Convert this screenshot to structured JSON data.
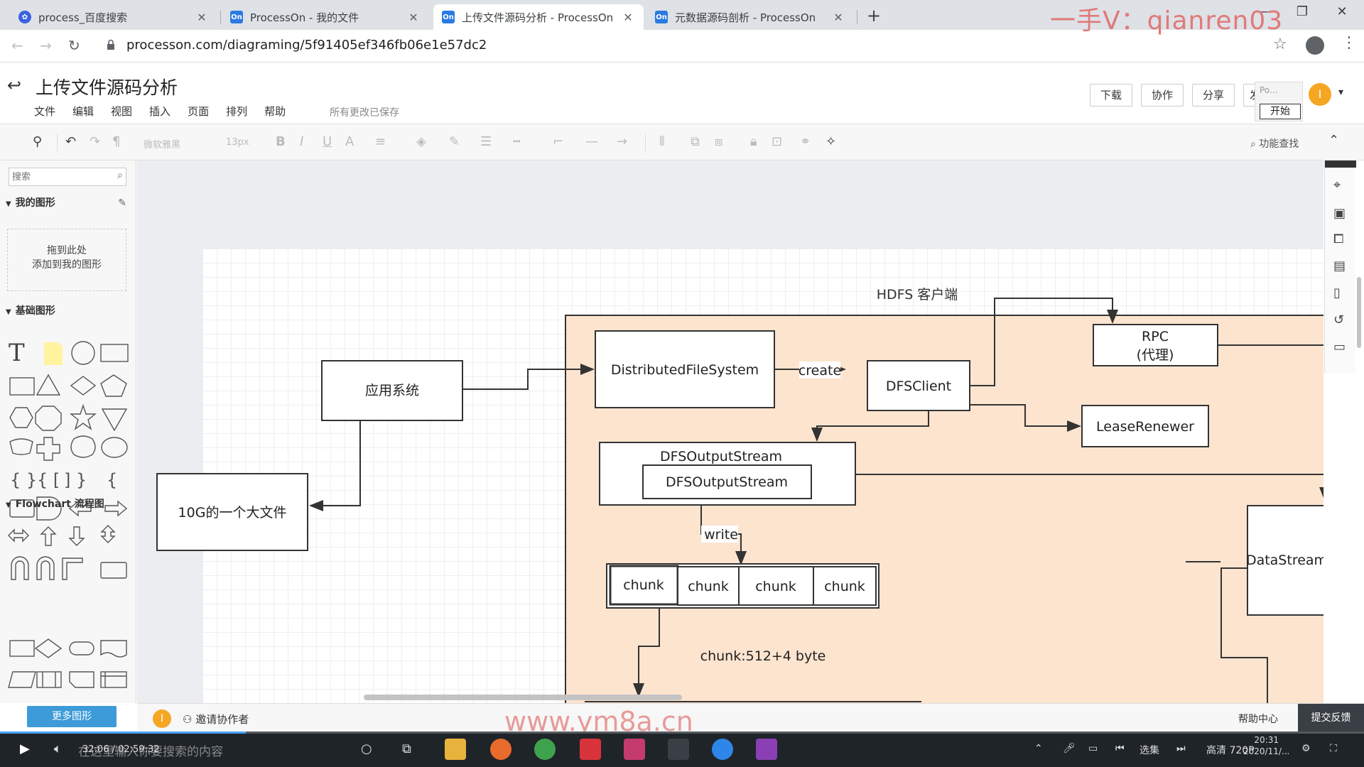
{
  "browser": {
    "tabs": [
      {
        "title": "process_百度搜索",
        "icon": "baidu-icon"
      },
      {
        "title": "ProcessOn - 我的文件",
        "icon": "processon-icon"
      },
      {
        "title": "上传文件源码分析 - ProcessOn",
        "icon": "processon-icon",
        "active": true
      },
      {
        "title": "元数据源码剖析 - ProcessOn",
        "icon": "processon-icon"
      }
    ],
    "favicon_text": "On",
    "url": "processon.com/diagraming/5f91405ef346fb06e1e57dc2",
    "watermark": "一手V：qianren03"
  },
  "app": {
    "doc_title": "上传文件源码分析",
    "menu": [
      "文件",
      "编辑",
      "视图",
      "插入",
      "页面",
      "排列",
      "帮助"
    ],
    "save_status": "所有更改已保存",
    "buttons": {
      "download": "下载",
      "collaborate": "协作",
      "share": "分享",
      "publish": "发"
    },
    "start_popup": {
      "hint": "Po...",
      "start": "开始"
    },
    "avatar_letter": "I"
  },
  "toolbar": {
    "font": "微软雅黑",
    "font_size": "13px",
    "find": "功能查找"
  },
  "left_panel": {
    "search_placeholder": "搜索",
    "my_shapes": "我的图形",
    "dropzone_line1": "拖到此处",
    "dropzone_line2": "添加到我的图形",
    "basic_shapes": "基础图形",
    "flowchart": "Flowchart 流程图",
    "more_shapes": "更多图形"
  },
  "diagram": {
    "region_label": "HDFS 客户端",
    "nodes": {
      "app_system": "应用系统",
      "big_file": "10G的一个大文件",
      "dfs": "DistributedFileSystem",
      "dfsclient": "DFSClient",
      "rpc_line1": "RPC",
      "rpc_line2": "(代理)",
      "lease": "LeaseRenewer",
      "dos_outer": "DFSOutputStream",
      "dos_inner": "DFSOutputStream",
      "datastream": "DataStream",
      "chunks": [
        "chunk",
        "chunk",
        "chunk",
        "chunk"
      ]
    },
    "edge_labels": {
      "create": "create",
      "write": "write"
    },
    "note": "chunk:512+4 byte"
  },
  "bottom": {
    "invite": "邀请协作者",
    "help": "帮助中心",
    "feedback": "提交反馈",
    "watermark": "www.ym8a.cn"
  },
  "video": {
    "time": "32:06 / 02:59:32",
    "search_hint": "在这里输入你要搜索的内容",
    "progress": 0.18,
    "select": "选集",
    "quality": "高清 720P",
    "clock_time": "20:31",
    "clock_date": "2020/11/..."
  },
  "colors": {
    "region_fill": "#fde4cf",
    "accent": "#3c9bd8",
    "avatar": "#f5a623"
  }
}
